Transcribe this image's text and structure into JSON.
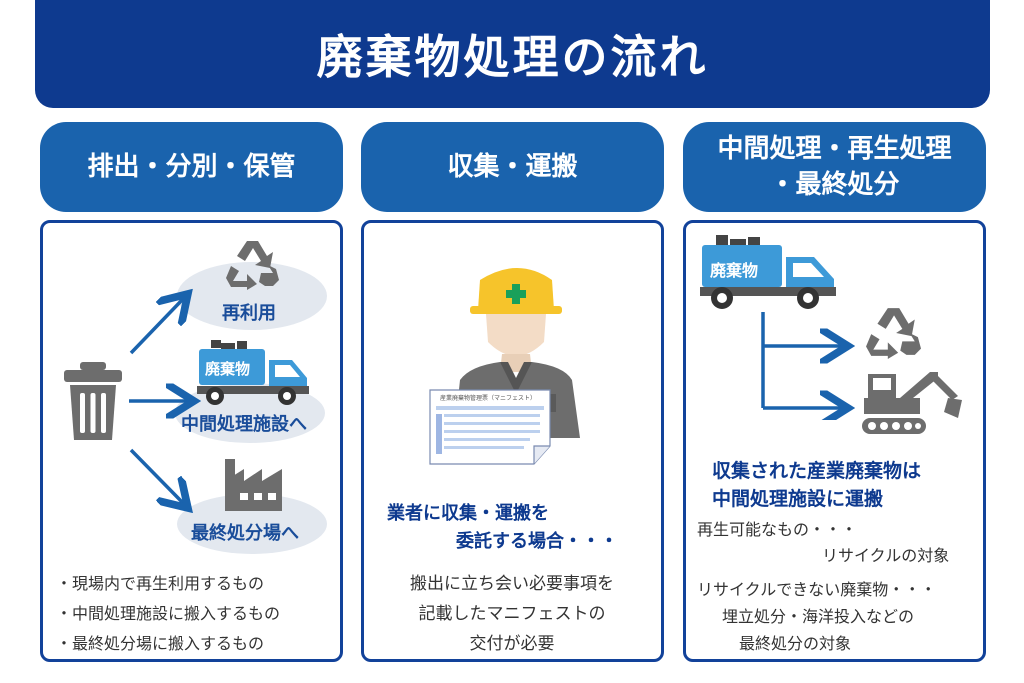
{
  "title": "廃棄物処理の流れ",
  "columns": [
    {
      "header": "排出・分別・保管",
      "destinations": [
        "再利用",
        "中間処理施設へ",
        "最終処分場へ"
      ],
      "truck_label": "廃棄物",
      "bullets": [
        "・現場内で再生利用するもの",
        "・中間処理施設に搬入するもの",
        "・最終処分場に搬入するもの"
      ]
    },
    {
      "header": "収集・運搬",
      "manifest_label": "産業廃棄物管理票（マニフェスト）",
      "highlight": [
        "業者に収集・運搬を",
        "委託する場合・・・"
      ],
      "text": [
        "搬出に立ち会い必要事項を",
        "記載したマニフェストの",
        "交付が必要"
      ]
    },
    {
      "header_lines": [
        "中間処理・再生処理",
        "・最終処分"
      ],
      "truck_label": "廃棄物",
      "highlight": [
        "収集された産業廃棄物は",
        "中間処理施設に運搬"
      ],
      "notes": [
        [
          "再生可能なもの・・・",
          "リサイクルの対象"
        ],
        [
          "リサイクルできない廃棄物・・・",
          "埋立処分・海洋投入などの",
          "最終処分の対象"
        ]
      ]
    }
  ],
  "colors": {
    "navy": "#0e3a8f",
    "header_blue": "#1a63ad",
    "truck_blue": "#3d9ad8",
    "gray": "#6d6d6d",
    "helmet": "#f6c42b",
    "cross": "#1aa05a"
  }
}
